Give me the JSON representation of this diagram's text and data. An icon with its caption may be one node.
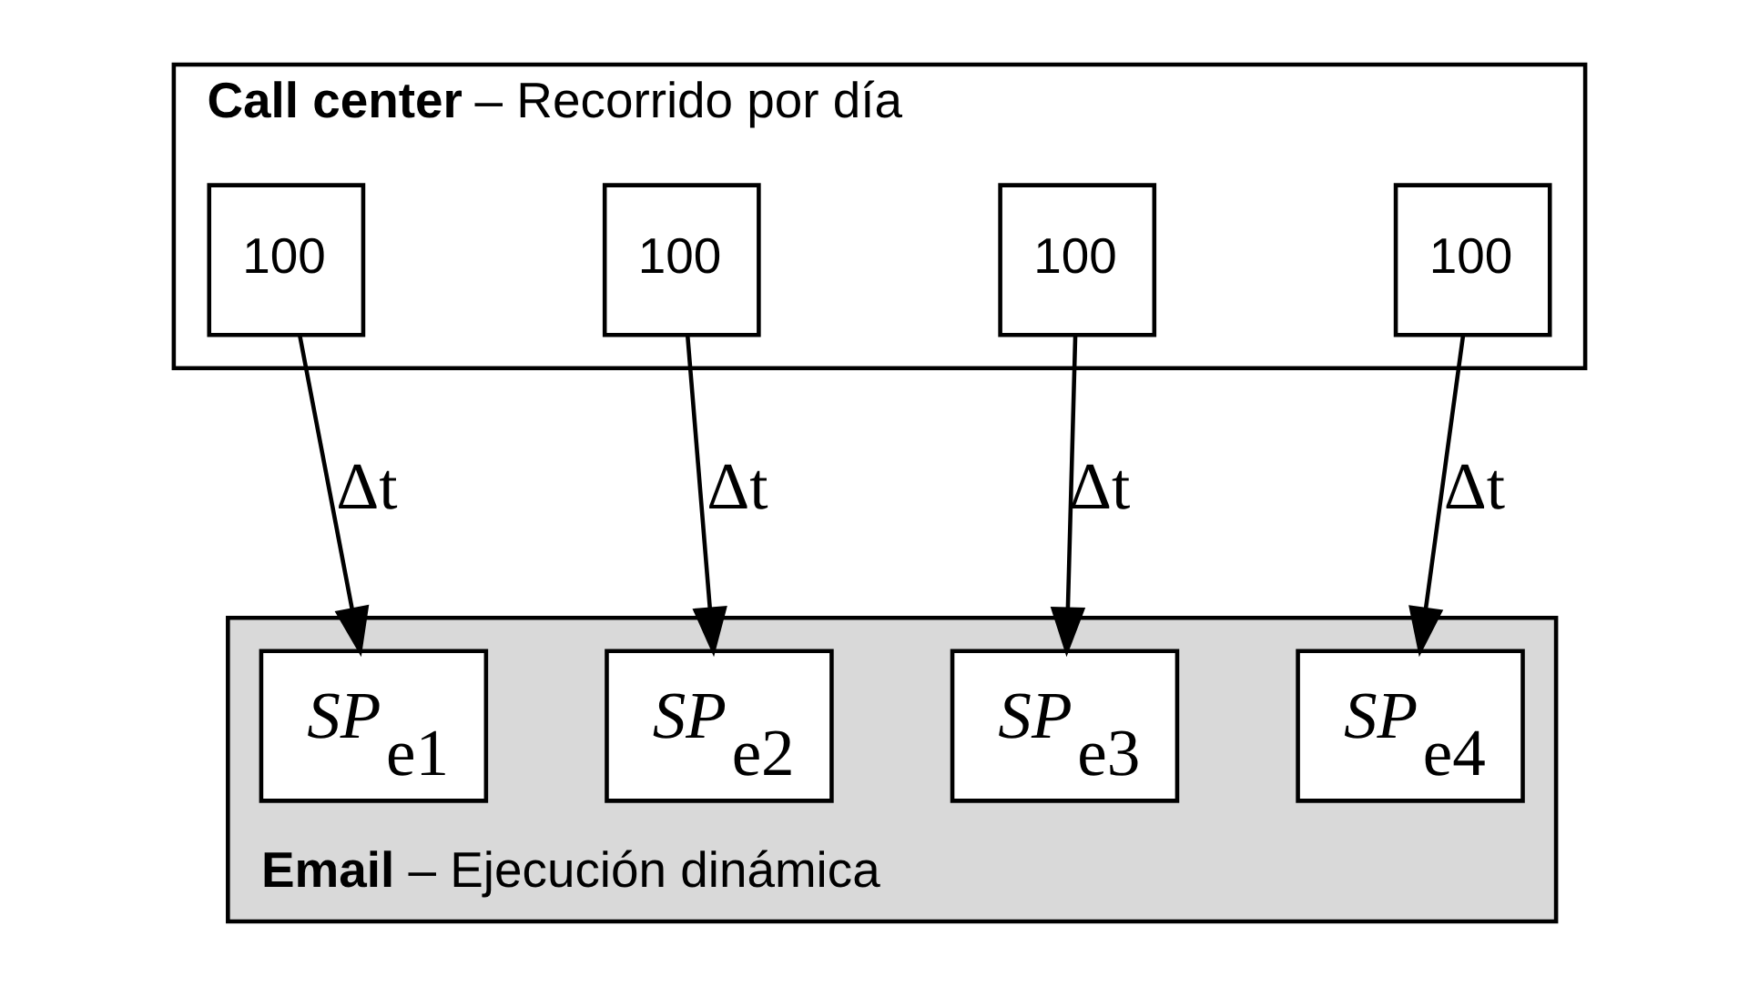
{
  "diagram": {
    "nodes": [
      {
        "text": [
          "**Call center** – Recorrido por día"
        ]
      },
      {
        "text": [
          "100"
        ],
        "in": 0
      },
      {
        "text": [
          "100"
        ],
        "in": 0
      },
      {
        "text": [
          "100"
        ],
        "in": 0
      },
      {
        "text": [
          "100"
        ],
        "in": 0
      },
      {
        "text": [
          "**Email** – Ejecución dinámica"
        ]
      },
      {
        "text": [
          "*SP*$_{e1}$"
        ],
        "in": 5
      },
      {
        "text": [
          "*SP*$_{e2}$"
        ],
        "in": 5
      },
      {
        "text": [
          "*SP*$_{e3}$"
        ],
        "in": 5
      },
      {
        "text": [
          "*SP*$_{e4}$"
        ],
        "in": 5
      }
    ],
    "edges": [
      {
        "from": 1,
        "to": 6,
        "arrow": "to",
        "label": "Δt"
      },
      {
        "from": 2,
        "to": 7,
        "arrow": "to",
        "label": "Δt"
      },
      {
        "from": 3,
        "to": 8,
        "arrow": "to",
        "label": "Δt"
      },
      {
        "from": 4,
        "to": 9,
        "arrow": "to",
        "label": "Δt"
      }
    ]
  }
}
